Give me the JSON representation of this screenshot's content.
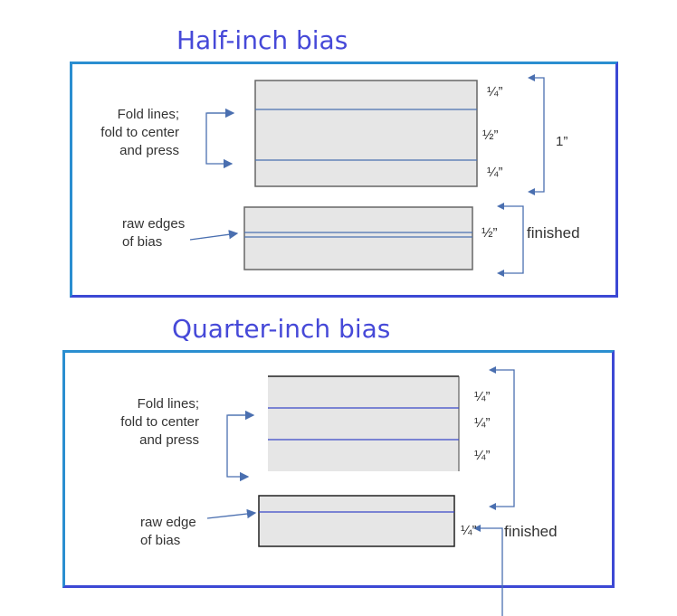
{
  "sections": [
    {
      "title": "Half-inch bias",
      "fold_label": [
        "Fold lines;",
        "fold to center",
        "and press"
      ],
      "raw_label": [
        "raw edges",
        "of bias"
      ],
      "unfolded_dims": [
        "¼”",
        "½”",
        "¼”"
      ],
      "total": "1”",
      "finished_dim": "½”",
      "finished_label": "finished"
    },
    {
      "title": "Quarter-inch bias",
      "fold_label": [
        "Fold lines;",
        "fold to center",
        "and press"
      ],
      "raw_label": [
        "raw edge",
        "of bias"
      ],
      "unfolded_dims": [
        "¼”",
        "¼”",
        "¼”"
      ],
      "finished_dim": "¼”",
      "finished_label": "finished"
    }
  ],
  "colors": {
    "title": "#4649d8",
    "frame": "#3c48d4",
    "line": "#4a6fb0",
    "strip": "#e6e6e6"
  }
}
